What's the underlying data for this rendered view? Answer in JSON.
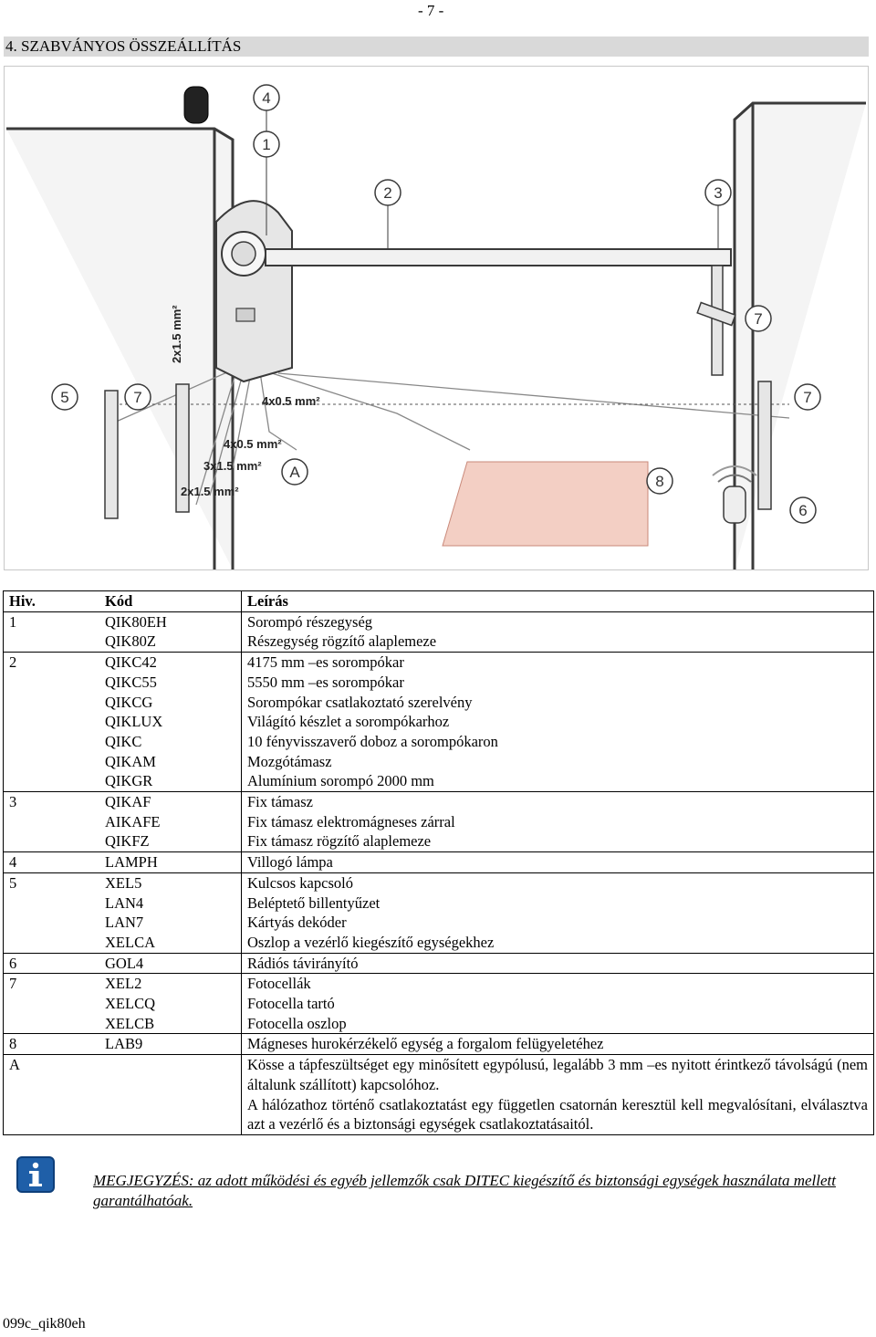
{
  "page_number": "- 7 -",
  "section_title": "4. SZABVÁNYOS ÖSSZEÁLLÍTÁS",
  "figure": {
    "callouts": [
      "4",
      "1",
      "2",
      "3",
      "7",
      "5",
      "7",
      "7",
      "A",
      "8",
      "6"
    ],
    "cable_labels": [
      "2x1.5 mm²",
      "4x0.5 mm²",
      "4x0.5 mm²",
      "3x1.5 mm²",
      "2x1.5 mm²"
    ],
    "colors": {
      "floor_loop": "#f3cfc4",
      "loop_border": "#c9897a",
      "line": "#3a3a3a",
      "fill": "#e6e6e6"
    }
  },
  "table": {
    "headers": [
      "Hiv.",
      "Kód",
      "Leírás"
    ],
    "groups": [
      {
        "ref": "1",
        "rows": [
          [
            "QIK80EH",
            "Sorompó részegység"
          ],
          [
            "QIK80Z",
            "Részegység rögzítő alaplemeze"
          ]
        ]
      },
      {
        "ref": "2",
        "rows": [
          [
            "QIKC42",
            "4175 mm –es sorompókar"
          ],
          [
            "QIKC55",
            "5550 mm –es sorompókar"
          ],
          [
            "QIKCG",
            "Sorompókar csatlakoztató szerelvény"
          ],
          [
            "QIKLUX",
            "Világító készlet a sorompókarhoz"
          ],
          [
            "QIKC",
            "10 fényvisszaverő doboz a sorompókaron"
          ],
          [
            "QIKAM",
            "Mozgótámasz"
          ],
          [
            "QIKGR",
            "Alumínium sorompó 2000 mm"
          ]
        ]
      },
      {
        "ref": "3",
        "rows": [
          [
            "QIKAF",
            "Fix támasz"
          ],
          [
            "AIKAFE",
            "Fix támasz elektromágneses zárral"
          ],
          [
            "QIKFZ",
            "Fix támasz rögzítő alaplemeze"
          ]
        ]
      },
      {
        "ref": "4",
        "rows": [
          [
            "LAMPH",
            "Villogó lámpa"
          ]
        ]
      },
      {
        "ref": "5",
        "rows": [
          [
            "XEL5",
            "Kulcsos kapcsoló"
          ],
          [
            "LAN4",
            "Beléptető billentyűzet"
          ],
          [
            "LAN7",
            "Kártyás dekóder"
          ],
          [
            "XELCA",
            "Oszlop a vezérlő kiegészítő egységekhez"
          ]
        ]
      },
      {
        "ref": "6",
        "rows": [
          [
            "GOL4",
            "Rádiós távirányító"
          ]
        ]
      },
      {
        "ref": "7",
        "rows": [
          [
            "XEL2",
            "Fotocellák"
          ],
          [
            "XELCQ",
            "Fotocella tartó"
          ],
          [
            "XELCB",
            "Fotocella oszlop"
          ]
        ]
      },
      {
        "ref": "8",
        "rows": [
          [
            "LAB9",
            "Mágneses hurokérzékelő egység a forgalom felügyeletéhez"
          ]
        ]
      },
      {
        "ref": "A",
        "rows": [
          [
            "",
            "Kösse a tápfeszültséget egy minősített egypólusú, legalább 3 mm –es nyitott érintkező távolságú (nem általunk szállított) kapcsolóhoz."
          ],
          [
            "",
            "A hálózathoz történő csatlakoztatást egy független csatornán keresztül kell megvalósítani, elválasztva azt a vezérlő és a biztonsági egységek csatlakoztatásaitól."
          ]
        ]
      }
    ]
  },
  "note": "MEGJEGYZÉS: az adott működési és egyéb jellemzők csak DITEC kiegészítő és biztonsági egységek használata mellett garantálhatóak.",
  "footer": "099c_qik80eh"
}
